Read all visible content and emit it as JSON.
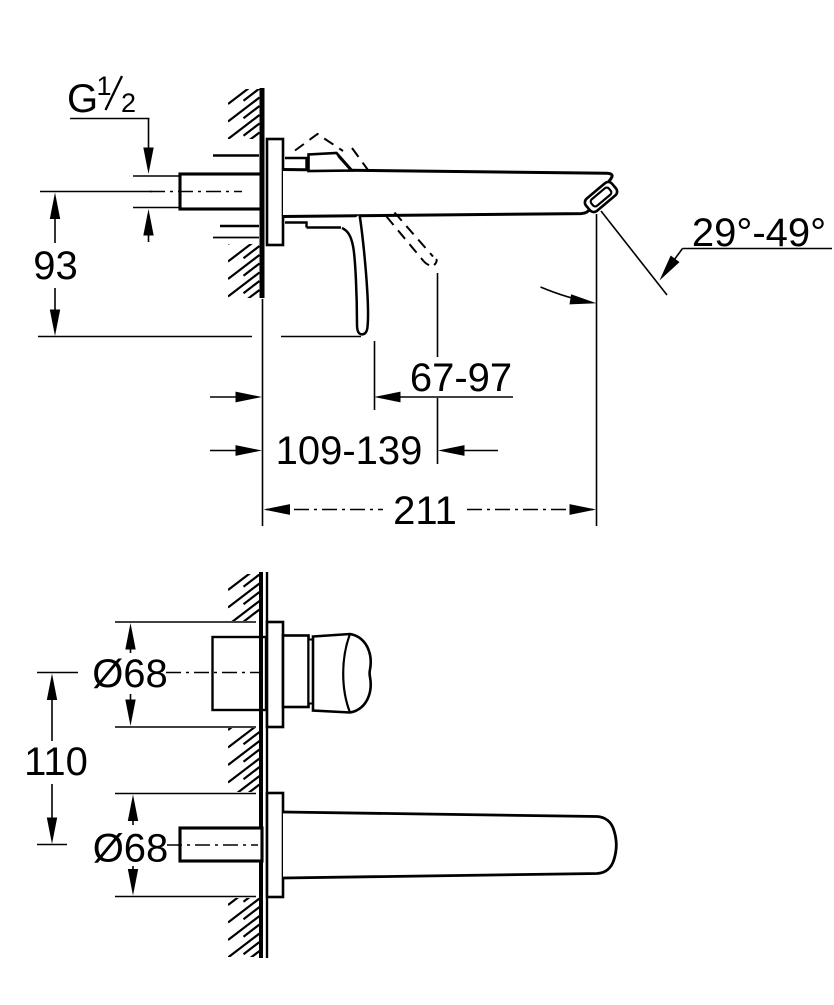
{
  "drawing": {
    "type": "technical dimension drawing",
    "product": "wall-mounted basin mixer, two-hole",
    "background_color": "#ffffff",
    "line_color": "#000000",
    "top_view": {
      "thread_label": {
        "text": "G 1/2",
        "symbol": "G",
        "numerator": "1",
        "denominator": "2"
      },
      "dim_height": "93",
      "dim_lever_closed": "67-97",
      "dim_lever_open": "109-139",
      "dim_spout_length": "211",
      "dim_spout_angle": "29°-49°"
    },
    "bottom_view": {
      "dim_body_diameter": "Ø68",
      "dim_center_distance": "110",
      "dim_spout_diameter": "Ø68"
    }
  }
}
